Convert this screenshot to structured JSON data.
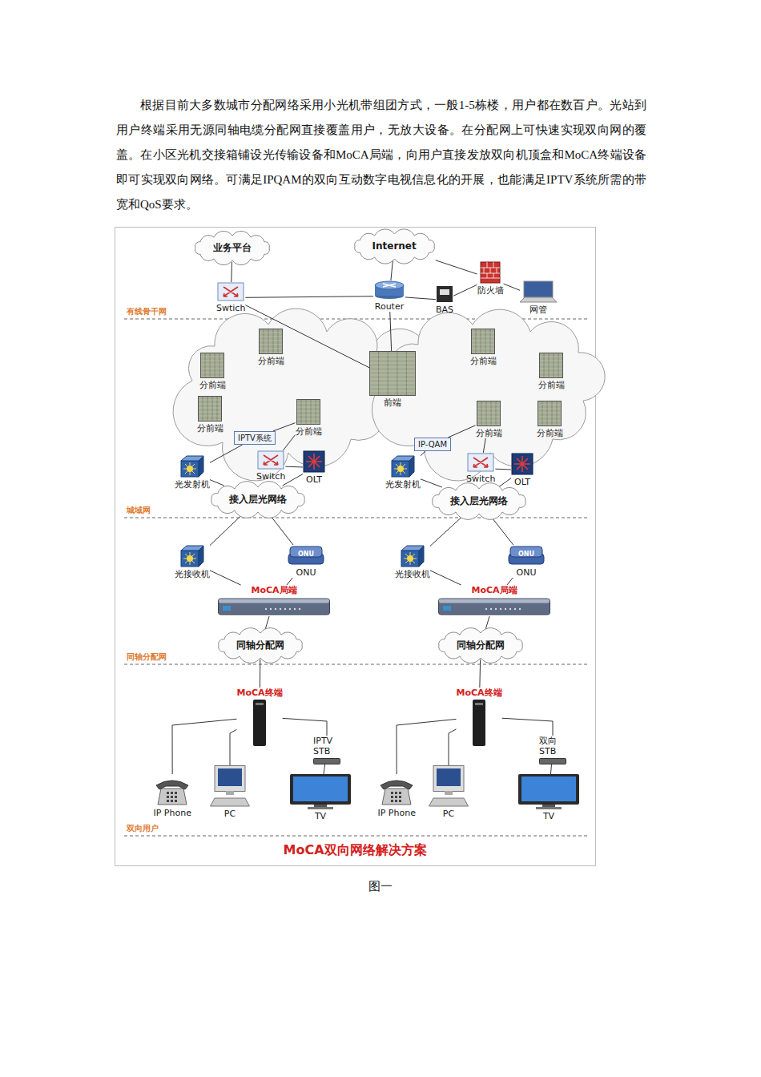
{
  "diagram": {
    "title": "MoCA双向网络解决方案",
    "caption": "图一",
    "nodes": [
      {
        "text": [
          "业务平台"
        ]
      },
      {
        "text": [
          "Internet"
        ]
      },
      {
        "text": [
          "Swtich"
        ]
      },
      {
        "text": [
          "Router"
        ]
      },
      {
        "text": [
          "BAS"
        ]
      },
      {
        "text": [
          "防火墙"
        ]
      },
      {
        "text": [
          "网管"
        ]
      },
      {
        "text": [
          "分前端"
        ]
      },
      {
        "text": [
          "分前端"
        ]
      },
      {
        "text": [
          "分前端"
        ]
      },
      {
        "text": [
          "分前端"
        ]
      },
      {
        "text": [
          "前端"
        ]
      },
      {
        "text": [
          "分前端"
        ]
      },
      {
        "text": [
          "分前端"
        ]
      },
      {
        "text": [
          "分前端"
        ]
      },
      {
        "text": [
          "分前端"
        ]
      },
      {
        "text": [
          "IPTV系统"
        ]
      },
      {
        "text": [
          "光发射机"
        ]
      },
      {
        "text": [
          "Switch"
        ]
      },
      {
        "text": [
          "OLT"
        ]
      },
      {
        "text": [
          "接入层光网络"
        ]
      },
      {
        "text": [
          "IP-QAM"
        ]
      },
      {
        "text": [
          "光发射机"
        ]
      },
      {
        "text": [
          "Switch"
        ]
      },
      {
        "text": [
          "OLT"
        ]
      },
      {
        "text": [
          "接入层光网络"
        ]
      },
      {
        "text": [
          "光接收机"
        ]
      },
      {
        "text": [
          "ONU",
          "ONU"
        ]
      },
      {
        "text": [
          "MoCA局端"
        ]
      },
      {
        "text": [
          "光接收机"
        ]
      },
      {
        "text": [
          "ONU",
          "ONU"
        ]
      },
      {
        "text": [
          "MoCA局端"
        ]
      },
      {
        "text": [
          "同轴分配网"
        ]
      },
      {
        "text": [
          "同轴分配网"
        ]
      },
      {
        "text": [
          "MoCA终端"
        ]
      },
      {
        "text": [
          "IPTV STB"
        ]
      },
      {
        "text": [
          "IP Phone"
        ]
      },
      {
        "text": [
          "PC"
        ]
      },
      {
        "text": [
          "TV"
        ]
      },
      {
        "text": [
          "MoCA终端"
        ]
      },
      {
        "text": [
          "双向 STB"
        ]
      },
      {
        "text": [
          "IP Phone"
        ]
      },
      {
        "text": [
          "PC"
        ]
      },
      {
        "text": [
          "TV"
        ]
      }
    ],
    "edges": [
      {
        "from": 0,
        "to": 2,
        "arrow": "none"
      },
      {
        "from": 2,
        "to": 3,
        "arrow": "none"
      },
      {
        "from": 3,
        "to": 1,
        "arrow": "none"
      },
      {
        "from": 3,
        "to": 4,
        "arrow": "none"
      },
      {
        "from": 4,
        "to": 5,
        "arrow": "none"
      },
      {
        "from": 5,
        "to": 6,
        "arrow": "none"
      },
      {
        "from": 1,
        "to": 5,
        "arrow": "none"
      },
      {
        "from": 2,
        "to": 11,
        "arrow": "none"
      },
      {
        "from": 3,
        "to": 11,
        "arrow": "none"
      },
      {
        "from": 10,
        "to": 16,
        "arrow": "none"
      },
      {
        "from": 10,
        "to": 18,
        "arrow": "none"
      },
      {
        "from": 16,
        "to": 17,
        "arrow": "none"
      },
      {
        "from": 18,
        "to": 19,
        "arrow": "none"
      },
      {
        "from": 17,
        "to": 20,
        "arrow": "none"
      },
      {
        "from": 19,
        "to": 20,
        "arrow": "none"
      },
      {
        "from": 14,
        "to": 21,
        "arrow": "none"
      },
      {
        "from": 14,
        "to": 23,
        "arrow": "none"
      },
      {
        "from": 21,
        "to": 22,
        "arrow": "none"
      },
      {
        "from": 23,
        "to": 24,
        "arrow": "none"
      },
      {
        "from": 22,
        "to": 25,
        "arrow": "none"
      },
      {
        "from": 24,
        "to": 25,
        "arrow": "none"
      },
      {
        "from": 20,
        "to": 26,
        "arrow": "none"
      },
      {
        "from": 20,
        "to": 27,
        "arrow": "none"
      },
      {
        "from": 26,
        "to": 28,
        "arrow": "none"
      },
      {
        "from": 27,
        "to": 28,
        "arrow": "none"
      },
      {
        "from": 28,
        "to": 32,
        "arrow": "none"
      },
      {
        "from": 32,
        "to": 34,
        "arrow": "none"
      },
      {
        "from": 34,
        "to": 36,
        "arrow": "none"
      },
      {
        "from": 34,
        "to": 37,
        "arrow": "none"
      },
      {
        "from": 34,
        "to": 35,
        "arrow": "none"
      },
      {
        "from": 35,
        "to": 38,
        "arrow": "none"
      },
      {
        "from": 25,
        "to": 29,
        "arrow": "none"
      },
      {
        "from": 25,
        "to": 30,
        "arrow": "none"
      },
      {
        "from": 29,
        "to": 31,
        "arrow": "none"
      },
      {
        "from": 30,
        "to": 31,
        "arrow": "none"
      },
      {
        "from": 31,
        "to": 33,
        "arrow": "none"
      },
      {
        "from": 33,
        "to": 39,
        "arrow": "none"
      },
      {
        "from": 39,
        "to": 41,
        "arrow": "none"
      },
      {
        "from": 39,
        "to": 42,
        "arrow": "none"
      },
      {
        "from": 39,
        "to": 40,
        "arrow": "none"
      },
      {
        "from": 40,
        "to": 43,
        "arrow": "none"
      }
    ],
    "labels": [
      "根据目前大多数城市分配网络采用小光机带组团方式，一般1-5栋楼，用户都在数百户。光站到用户终端采用无源同轴电缆分配网直接覆盖用户，无放大设备。在分配网上可快速实现双向网的覆盖。在小区光机交接箱铺设光传输设备和MoCA局端，向用户直接发放双向机顶盒和MoCA终端设备即可实现双向网络。可满足IPQAM的双向互动数字电视信息化的开展，也能满足IPTV系统所需的带宽和QoS要求。",
      "有线骨干网",
      "城域网",
      "同轴分配网",
      "双向用户"
    ]
  }
}
